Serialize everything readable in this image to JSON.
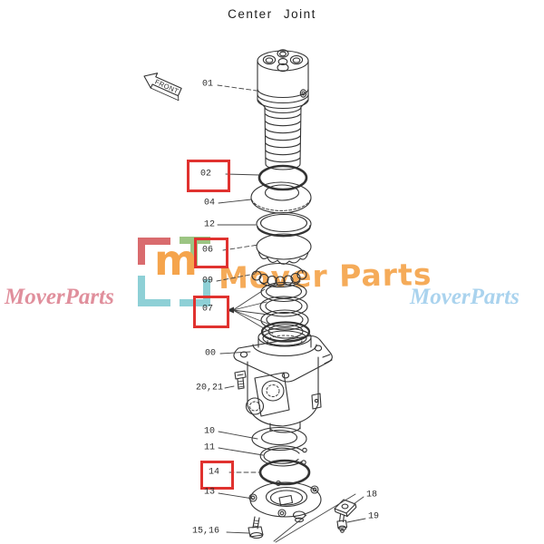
{
  "title": "Center Joint",
  "front_marker": "FRONT",
  "watermarks": {
    "left_text": "MoverParts",
    "right_text": "MoverParts",
    "center_text": "Mover Parts",
    "logo_letter": "m"
  },
  "labels": {
    "p00": "00",
    "p01": "01",
    "p02": "02",
    "p04": "04",
    "p06": "06",
    "p07": "07",
    "p09": "09",
    "p10": "10",
    "p11": "11",
    "p12": "12",
    "p13": "13",
    "p14": "14",
    "p15_16": "15,16",
    "p18": "18",
    "p19": "19",
    "p20_21": "20,21"
  },
  "highlighted_parts": [
    "02",
    "06",
    "07",
    "14"
  ],
  "colors": {
    "highlight_box": "#e0322f",
    "line_art": "#333333",
    "watermark_center": "#f5a44c",
    "watermark_left": "#e08f9c",
    "watermark_right": "#aad3ee",
    "logo_red": "#d96b6e",
    "logo_green": "#9cc583",
    "logo_teal": "#8ed0d6"
  }
}
